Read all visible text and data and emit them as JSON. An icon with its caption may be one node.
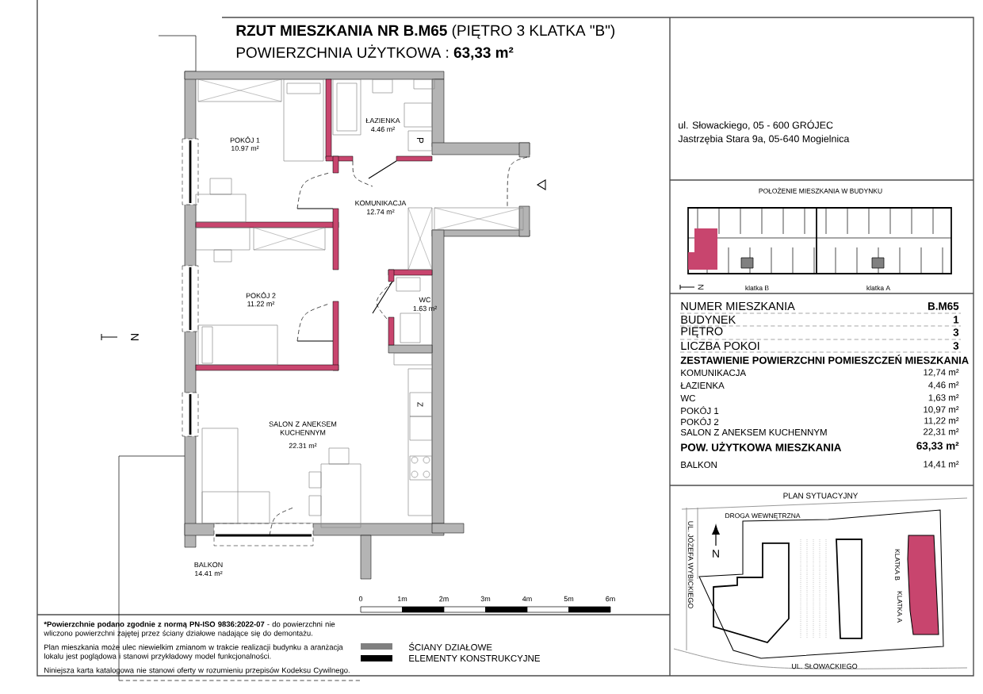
{
  "diagram": {
    "title": "**RZUT MIESZKANIA NR B.M65** (PIĘTRO 3 KLATKA \"B\")",
    "labels": [
      "POWIERZCHNIA UŻYTKOWA : **63,33 m²**",
      "ŁAZIENKA",
      "4.46 m²",
      "POKÓJ 1",
      "10.97 m²",
      "KOMUNIKACJA",
      "12.74 m²",
      "WC",
      "1.63 m²",
      "POKÓJ 2",
      "11.22 m²",
      "SALON Z ANEKSEM KUCHENNYM",
      "22.31 m²",
      "BALKON",
      "14.41 m²",
      "P",
      "Z",
      "N",
      "ul. Słowackiego, 05 - 600 GRÓJEC",
      "Jastrzębia Stara 9a, 05-640 Mogielnica",
      "POŁOŻENIE MIESZKANIA W BUDYNKU",
      "N",
      "klatka B",
      "klatka A",
      "NUMER MIESZKANIA",
      "B.M65",
      "BUDYNEK",
      "1",
      "PIĘTRO",
      "3",
      "LICZBA POKOI",
      "3",
      "ZESTAWIENIE POWIERZCHNI POMIESZCZEŃ MIESZKANIA",
      "KOMUNIKACJA",
      "12,74 m²",
      "ŁAZIENKA",
      "4,46 m²",
      "WC",
      "1,63 m²",
      "POKÓJ 1",
      "10,97 m²",
      "POKÓJ 2",
      "11,22 m²",
      "SALON Z ANEKSEM KUCHENNYM",
      "22,31 m²",
      "POW. UŻYTKOWA MIESZKANIA",
      "63,33 m²",
      "BALKON",
      "14,41 m²",
      "PLAN SYTUACYJNY",
      "DROGA WEWNĘTRZNA",
      "UL. JÓZEFA WYBICKIEGO",
      "N",
      "KLATKA B",
      "KLATKA A",
      "UL. SŁOWACKIEGO",
      "*Powierzchnie podano zgodnie z normą PN-ISO 9836:2022-07",
      "- do powierzchni nie wliczono powierzchni zajętej przez ściany działowe nadające się do demontażu.",
      "Plan mieszkania może ulec niewielkim zmianom w trakcie realizacji budynku a aranżacja lokalu jest poglądowa i stanowi przykładowy model funkcjonalności.",
      "Niniejsza karta katalogowa nie stanowi oferty w rozumieniu przepisów Kodeksu Cywilnego.",
      "0",
      "1m",
      "2m",
      "3m",
      "4m",
      "5m",
      "6m"
    ],
    "legend": [
      {
        "text": "ŚCIANY DZIAŁOWE",
        "color": "#808080"
      },
      {
        "text": "ELEMENTY KONSTRUKCYJNE",
        "color": "#000000"
      }
    ]
  }
}
